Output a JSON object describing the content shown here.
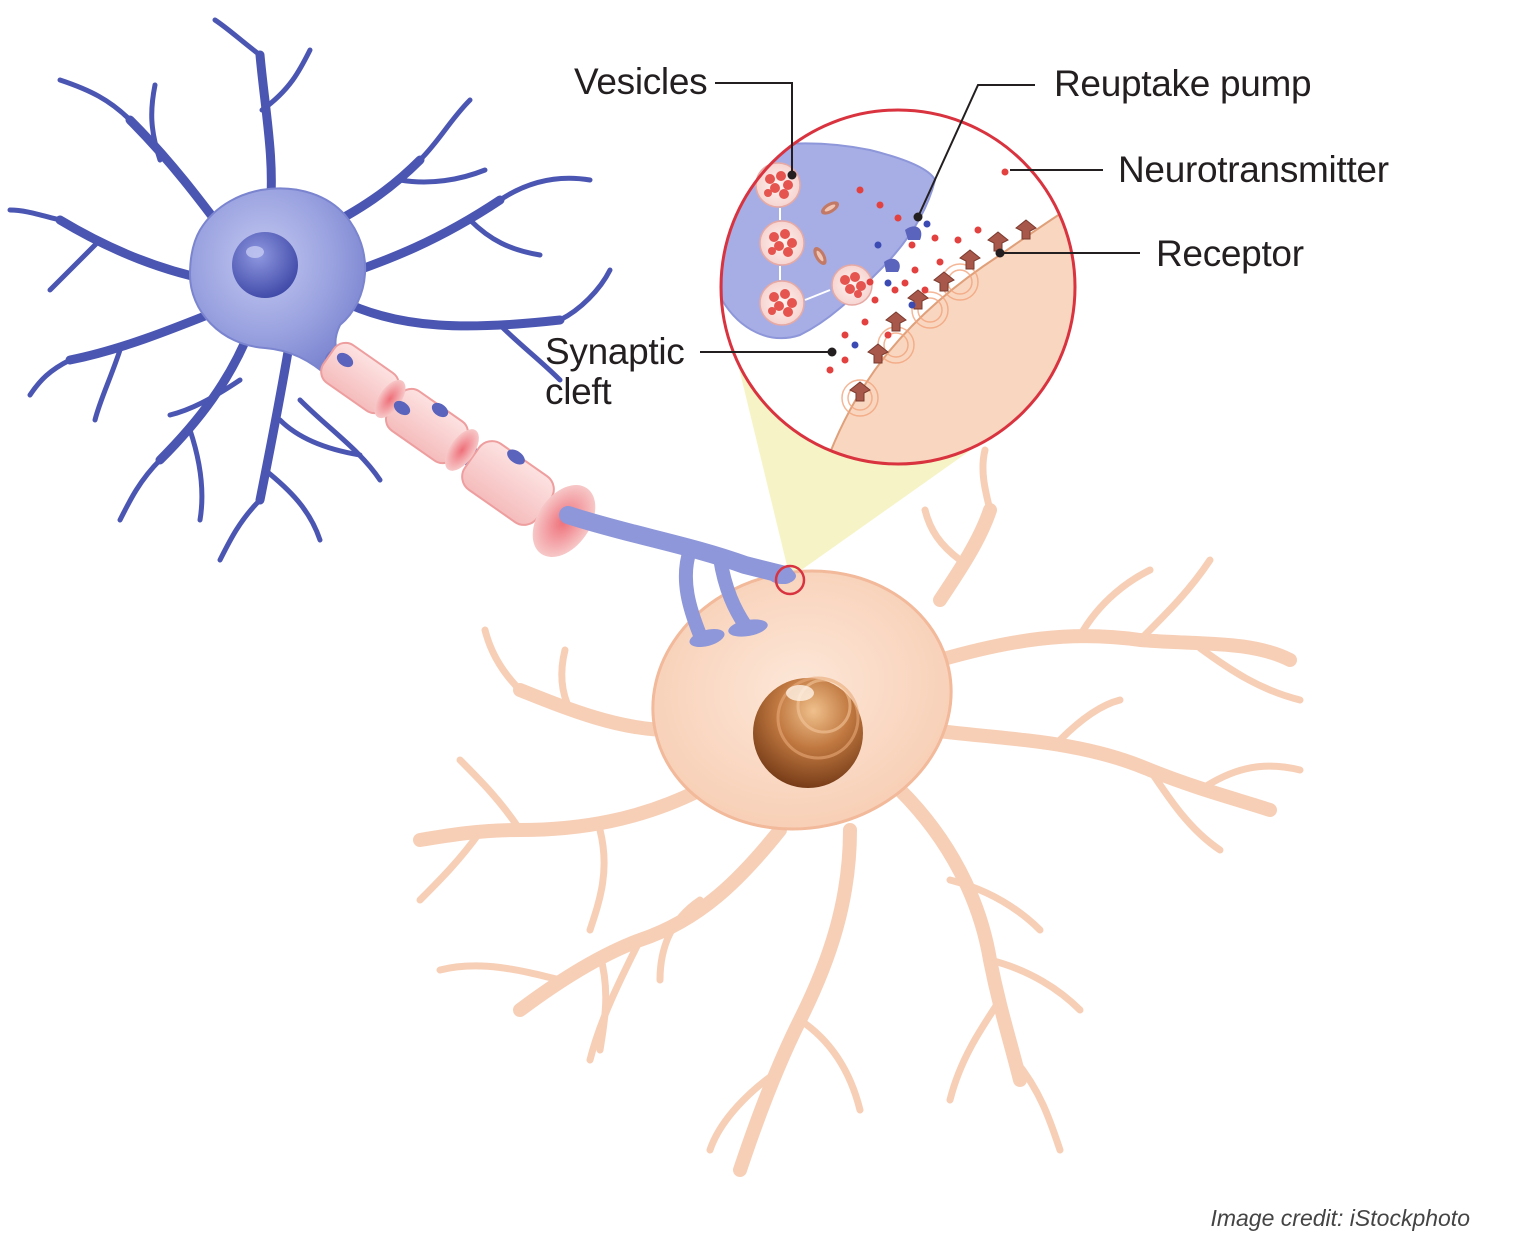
{
  "labels": {
    "vesicles": "Vesicles",
    "reuptake_pump": "Reuptake pump",
    "neurotransmitter": "Neurotransmitter",
    "receptor": "Receptor",
    "synaptic_cleft_line1": "Synaptic",
    "synaptic_cleft_line2": "cleft"
  },
  "credit": "Image credit: iStockphoto",
  "colors": {
    "presynaptic_neuron": "#8e97d9",
    "presynaptic_dark": "#4b56b3",
    "postsynaptic_neuron": "#f9d6c0",
    "postsynaptic_outline": "#f2b99a",
    "nucleus": "#a65a2c",
    "myelin_node": "#e8707a",
    "zoom_ring": "#d9333f",
    "cone": "#f6f3c3",
    "neurotransmitter": "#e2413f",
    "reuptake_dot": "#3b4bb3"
  }
}
